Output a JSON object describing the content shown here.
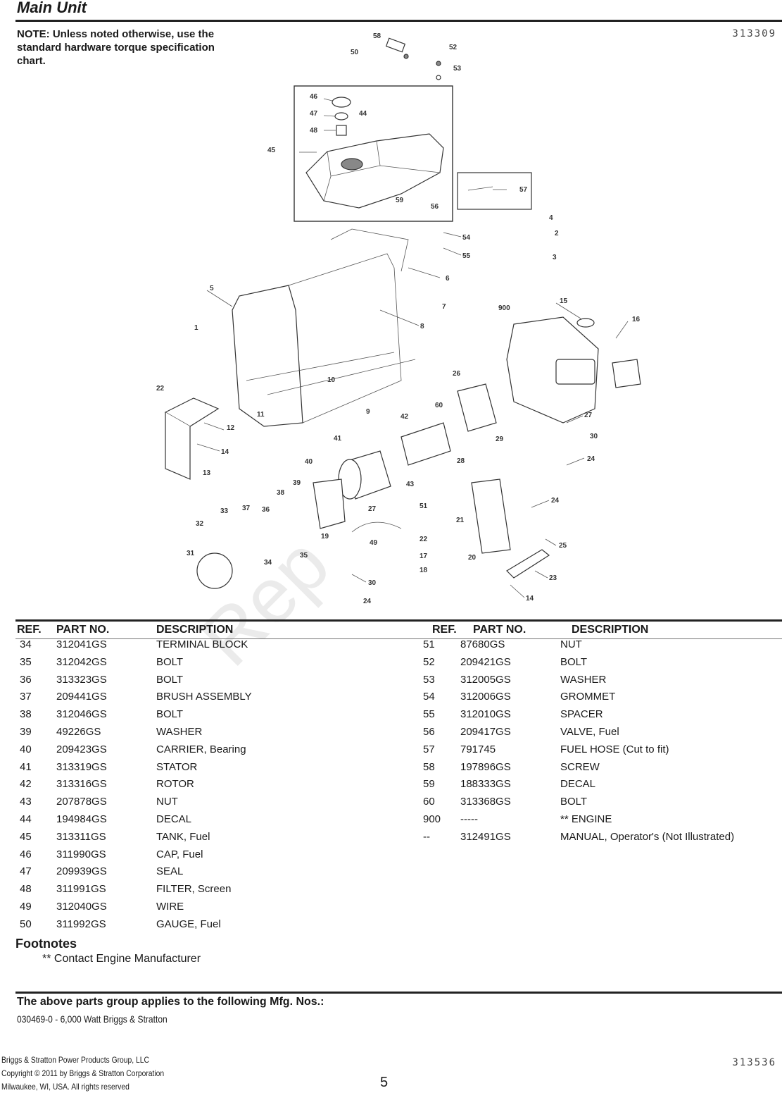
{
  "section_title": "Main Unit",
  "note": "NOTE: Unless noted otherwise, use the standard hardware torque specification chart.",
  "doc_number_top": "313309",
  "diagram_callouts": [
    "58",
    "52",
    "50",
    "53",
    "46",
    "47",
    "44",
    "48",
    "45",
    "57",
    "59",
    "56",
    "4",
    "2",
    "3",
    "54",
    "55",
    "6",
    "7",
    "5",
    "8",
    "900",
    "15",
    "16",
    "1",
    "26",
    "22",
    "10",
    "11",
    "9",
    "60",
    "42",
    "27",
    "12",
    "30",
    "14",
    "24",
    "41",
    "29",
    "28",
    "13",
    "40",
    "43",
    "39",
    "38",
    "37",
    "36",
    "33",
    "51",
    "27",
    "21",
    "24",
    "32",
    "19",
    "22",
    "49",
    "17",
    "25",
    "31",
    "34",
    "35",
    "18",
    "20",
    "23",
    "30",
    "24",
    "14"
  ],
  "table_headers": {
    "ref": "REF.",
    "part_no": "PART NO.",
    "description": "DESCRIPTION"
  },
  "parts_left": [
    {
      "ref": "34",
      "part": "312041GS",
      "desc": "TERMINAL BLOCK"
    },
    {
      "ref": "35",
      "part": "312042GS",
      "desc": "BOLT"
    },
    {
      "ref": "36",
      "part": "313323GS",
      "desc": "BOLT"
    },
    {
      "ref": "37",
      "part": "209441GS",
      "desc": "BRUSH ASSEMBLY"
    },
    {
      "ref": "38",
      "part": "312046GS",
      "desc": "BOLT"
    },
    {
      "ref": "39",
      "part": "49226GS",
      "desc": "WASHER"
    },
    {
      "ref": "40",
      "part": "209423GS",
      "desc": "CARRIER, Bearing"
    },
    {
      "ref": "41",
      "part": "313319GS",
      "desc": "STATOR"
    },
    {
      "ref": "42",
      "part": "313316GS",
      "desc": "ROTOR"
    },
    {
      "ref": "43",
      "part": "207878GS",
      "desc": "NUT"
    },
    {
      "ref": "44",
      "part": "194984GS",
      "desc": "DECAL"
    },
    {
      "ref": "45",
      "part": "313311GS",
      "desc": "TANK, Fuel"
    },
    {
      "ref": "46",
      "part": "311990GS",
      "desc": "CAP, Fuel"
    },
    {
      "ref": "47",
      "part": "209939GS",
      "desc": "SEAL"
    },
    {
      "ref": "48",
      "part": "311991GS",
      "desc": "FILTER, Screen"
    },
    {
      "ref": "49",
      "part": "312040GS",
      "desc": "WIRE"
    },
    {
      "ref": "50",
      "part": "311992GS",
      "desc": "GAUGE, Fuel"
    }
  ],
  "parts_right": [
    {
      "ref": "51",
      "part": "87680GS",
      "desc": "NUT"
    },
    {
      "ref": "52",
      "part": "209421GS",
      "desc": "BOLT"
    },
    {
      "ref": "53",
      "part": "312005GS",
      "desc": "WASHER"
    },
    {
      "ref": "54",
      "part": "312006GS",
      "desc": "GROMMET"
    },
    {
      "ref": "55",
      "part": "312010GS",
      "desc": "SPACER"
    },
    {
      "ref": "56",
      "part": "209417GS",
      "desc": "VALVE, Fuel"
    },
    {
      "ref": "57",
      "part": "791745",
      "desc": "FUEL HOSE (Cut to fit)"
    },
    {
      "ref": "58",
      "part": "197896GS",
      "desc": "SCREW"
    },
    {
      "ref": "59",
      "part": "188333GS",
      "desc": "DECAL"
    },
    {
      "ref": "60",
      "part": "313368GS",
      "desc": "BOLT"
    },
    {
      "ref": "900",
      "part": "-----",
      "desc": "** ENGINE"
    },
    {
      "ref": "--",
      "part": "312491GS",
      "desc": "MANUAL, Operator's (Not Illustrated)"
    }
  ],
  "footnotes_title": "Footnotes",
  "footnotes": [
    "** Contact Engine Manufacturer"
  ],
  "applies_title": "The above parts group applies to the following Mfg. Nos.:",
  "applies_model": "030469-0 - 6,000 Watt Briggs & Stratton",
  "footer_lines": [
    "Briggs & Stratton Power Products Group, LLC",
    "Copyright © 2011 by Briggs & Stratton Corporation",
    "Milwaukee, WI, USA. All rights reserved"
  ],
  "page_number": "5",
  "doc_number_bottom": "313536",
  "watermark": "Rep"
}
